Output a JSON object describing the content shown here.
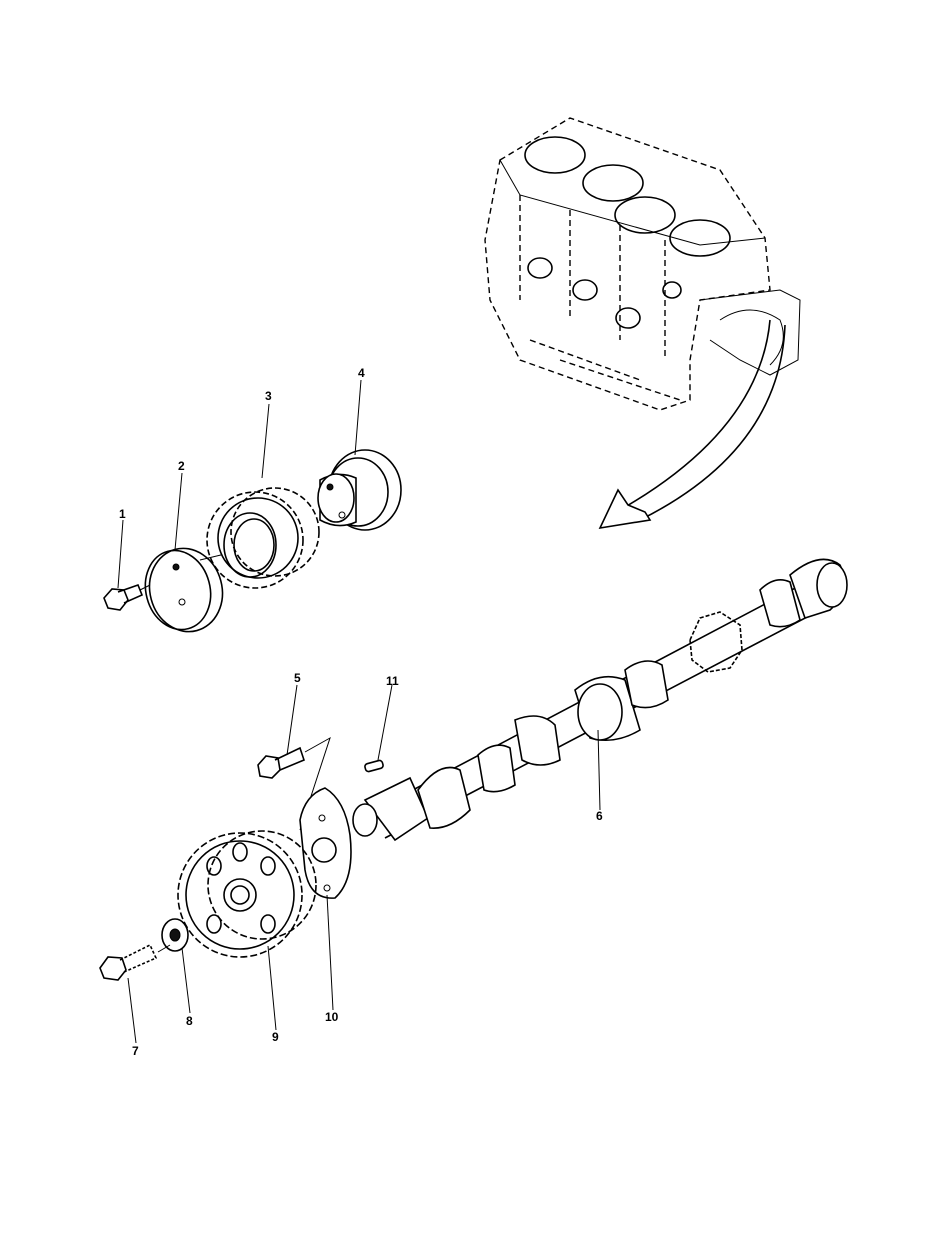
{
  "diagram": {
    "callouts": [
      {
        "id": "callout-1",
        "label": "1"
      },
      {
        "id": "callout-2",
        "label": "2"
      },
      {
        "id": "callout-3",
        "label": "3"
      },
      {
        "id": "callout-4",
        "label": "4"
      },
      {
        "id": "callout-5",
        "label": "5"
      },
      {
        "id": "callout-6",
        "label": "6"
      },
      {
        "id": "callout-7",
        "label": "7"
      },
      {
        "id": "callout-8",
        "label": "8"
      },
      {
        "id": "callout-9",
        "label": "9"
      },
      {
        "id": "callout-10",
        "label": "10"
      },
      {
        "id": "callout-11",
        "label": "11"
      }
    ],
    "colors": {
      "ink": "#000000",
      "paper": "#ffffff"
    }
  }
}
